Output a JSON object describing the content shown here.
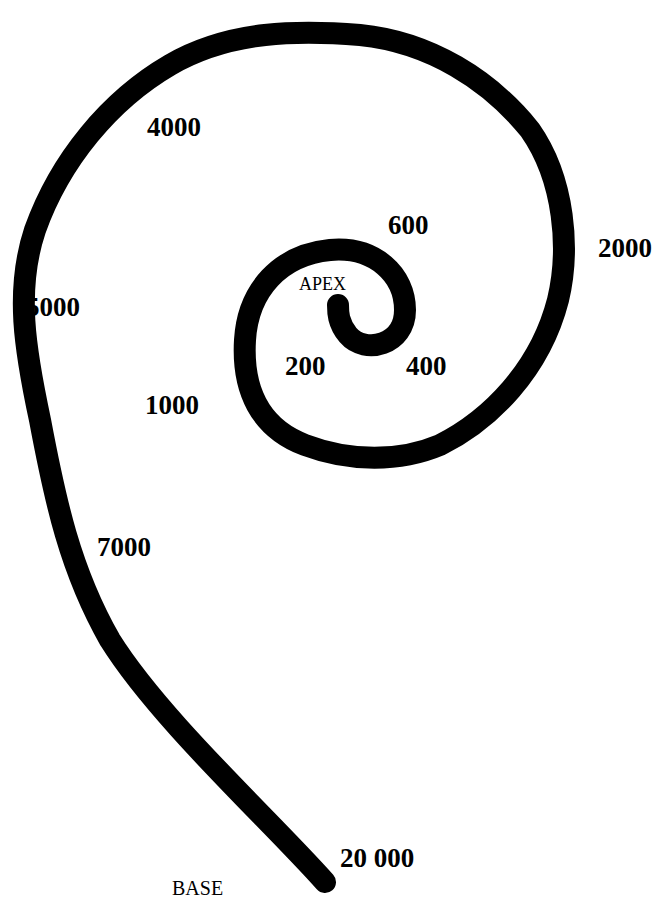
{
  "diagram": {
    "labels": [
      "4000",
      "600",
      "2000",
      "APEX",
      "5000",
      "200",
      "400",
      "1000",
      "7000",
      "20 000",
      "BASE"
    ]
  }
}
